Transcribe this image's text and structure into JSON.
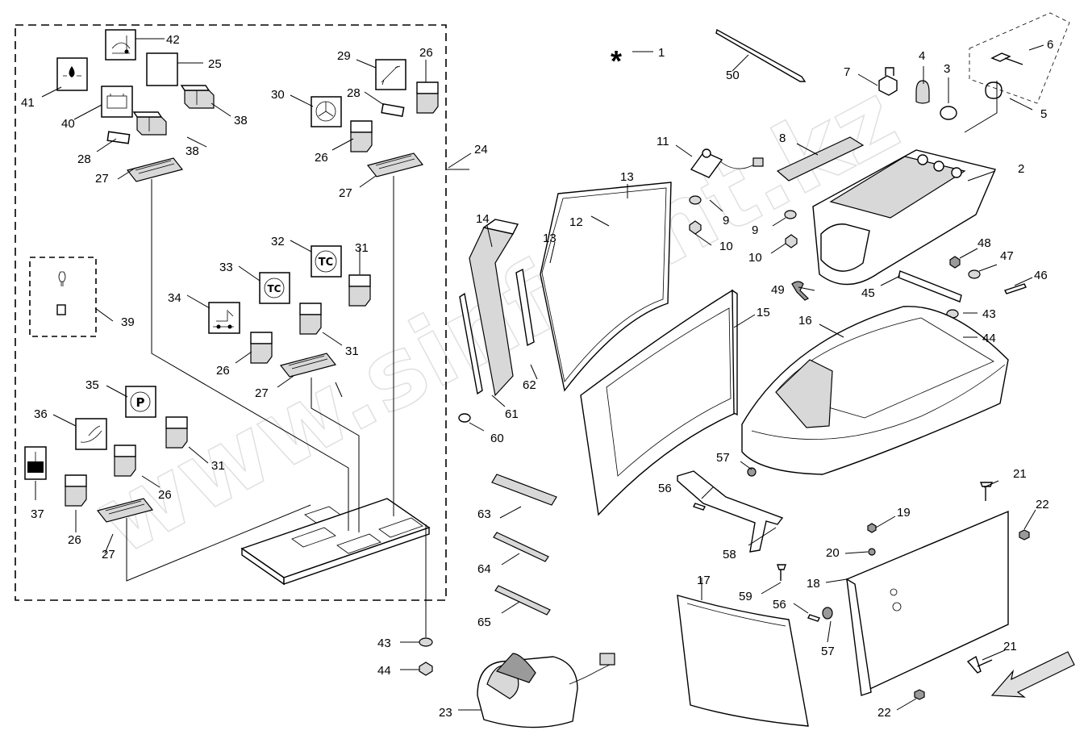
{
  "watermark": "www.sinfront.kz",
  "asterisk": "*",
  "icons": {
    "tc_round": "TC",
    "tc_square": "TC",
    "parking": "P"
  },
  "callouts": {
    "c1": "1",
    "c2": "2",
    "c3": "3",
    "c4": "4",
    "c5": "5",
    "c6": "6",
    "c7": "7",
    "c8": "8",
    "c9a": "9",
    "c9b": "9",
    "c10a": "10",
    "c10b": "10",
    "c11": "11",
    "c12": "12",
    "c13a": "13",
    "c13b": "13",
    "c14": "14",
    "c15": "15",
    "c16": "16",
    "c17": "17",
    "c18": "18",
    "c19": "19",
    "c20": "20",
    "c21a": "21",
    "c21b": "21",
    "c22a": "22",
    "c22b": "22",
    "c23": "23",
    "c24": "24",
    "c25": "25",
    "c26a": "26",
    "c26b": "26",
    "c26c": "26",
    "c26d": "26",
    "c26e": "26",
    "c27a": "27",
    "c27b": "27",
    "c27c": "27",
    "c27d": "27",
    "c28a": "28",
    "c28b": "28",
    "c29": "29",
    "c30": "30",
    "c31a": "31",
    "c31b": "31",
    "c31c": "31",
    "c32": "32",
    "c33": "33",
    "c34": "34",
    "c35": "35",
    "c36": "36",
    "c37": "37",
    "c38a": "38",
    "c38b": "38",
    "c39": "39",
    "c40": "40",
    "c41": "41",
    "c42": "42",
    "c43a": "43",
    "c43b": "43",
    "c44a": "44",
    "c44b": "44",
    "c45": "45",
    "c46": "46",
    "c47": "47",
    "c48": "48",
    "c49": "49",
    "c50": "50",
    "c56a": "56",
    "c56b": "56",
    "c57a": "57",
    "c57b": "57",
    "c58": "58",
    "c59": "59",
    "c60": "60",
    "c61": "61",
    "c62": "62",
    "c63": "63",
    "c64": "64",
    "c65": "65"
  }
}
